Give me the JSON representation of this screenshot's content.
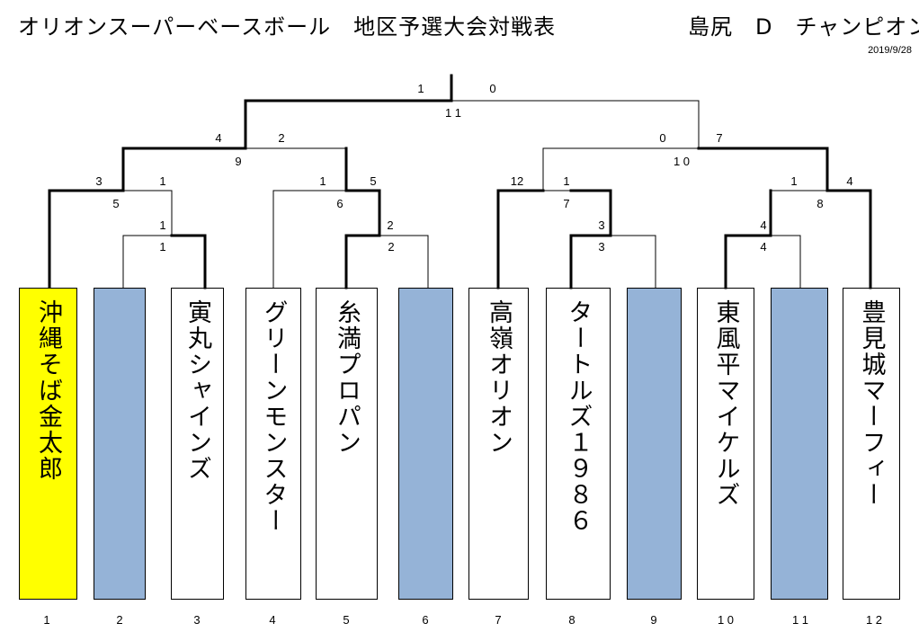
{
  "title": "オリオンスーパーベースボール　地区予選大会対戦表",
  "subtitle": "島尻　D　チャンピオン",
  "date": "2019/9/28",
  "teams": [
    {
      "num": "1",
      "name": "沖縄そば金太郎",
      "style": "champion"
    },
    {
      "num": "2",
      "name": "",
      "style": "bye"
    },
    {
      "num": "3",
      "name": "寅丸シャインズ",
      "style": "normal"
    },
    {
      "num": "4",
      "name": "グリーンモンスター",
      "style": "normal"
    },
    {
      "num": "5",
      "name": "糸満プロパン",
      "style": "normal"
    },
    {
      "num": "6",
      "name": "",
      "style": "bye"
    },
    {
      "num": "7",
      "name": "高嶺オリオン",
      "style": "normal"
    },
    {
      "num": "8",
      "name": "タートルズ１９８６",
      "style": "normal"
    },
    {
      "num": "9",
      "name": "",
      "style": "bye"
    },
    {
      "num": "1 0",
      "name": "東風平マイケルズ",
      "style": "normal"
    },
    {
      "num": "1 1",
      "name": "",
      "style": "bye"
    },
    {
      "num": "1 2",
      "name": "豊見城マーフィー",
      "style": "normal"
    }
  ],
  "match_numbers": [
    "1",
    "2",
    "3",
    "4",
    "5",
    "6",
    "7",
    "8",
    "9",
    "1 0",
    "1 1"
  ],
  "scores": {
    "m1": [
      "",
      ""
    ],
    "m2": [
      "1",
      ""
    ],
    "m3": [
      "",
      "2"
    ],
    "m4": [
      "",
      "3"
    ],
    "m5": [
      "3",
      "1"
    ],
    "m6": [
      "1",
      "5"
    ],
    "m7": [
      "12",
      "1"
    ],
    "m8": [
      "1",
      "4"
    ],
    "m9": [
      "4",
      "2"
    ],
    "m10": [
      "0",
      "7"
    ],
    "m11": [
      "1",
      "0"
    ]
  },
  "colors": {
    "champion": "#ffff00",
    "bye": "#95b3d7",
    "line": "#000000"
  }
}
